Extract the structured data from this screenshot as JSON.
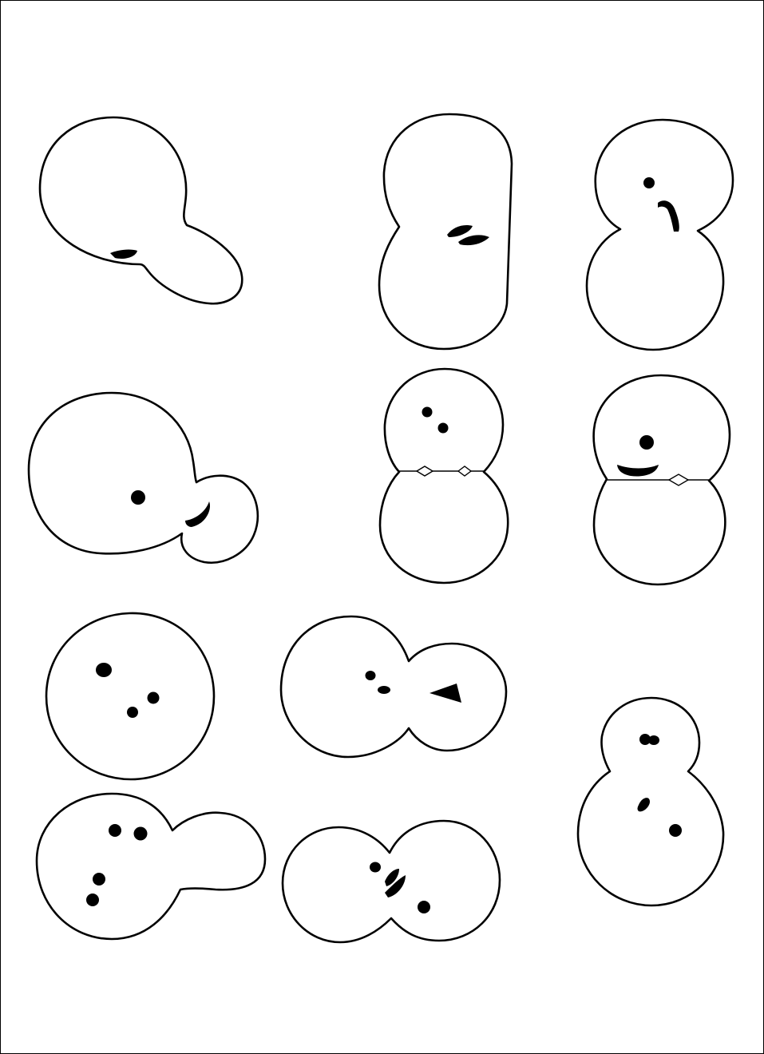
{
  "figure": {
    "labels": [],
    "colors": {
      "ink": "#000000",
      "paper": "#ffffff"
    },
    "cells": [
      {
        "id": "cell-1",
        "shape": "budding-elongated",
        "dots": 0
      },
      {
        "id": "cell-2",
        "shape": "pinched-two-lobed",
        "dots": 0
      },
      {
        "id": "cell-3",
        "shape": "budding-stacked",
        "dots": 1
      },
      {
        "id": "cell-4",
        "shape": "budding-small-bud",
        "dots": 1
      },
      {
        "id": "cell-5",
        "shape": "dividing-with-spindle",
        "dots": 2
      },
      {
        "id": "cell-6",
        "shape": "dividing-with-spindle",
        "dots": 1
      },
      {
        "id": "cell-7",
        "shape": "round",
        "dots": 3
      },
      {
        "id": "cell-8",
        "shape": "pinched-two-lobed",
        "dots": 2
      },
      {
        "id": "cell-9",
        "shape": "budding-stacked",
        "dots": 3
      },
      {
        "id": "cell-10",
        "shape": "budding-large-bud",
        "dots": 4
      },
      {
        "id": "cell-11",
        "shape": "pinched-two-lobed",
        "dots": 2
      }
    ]
  }
}
